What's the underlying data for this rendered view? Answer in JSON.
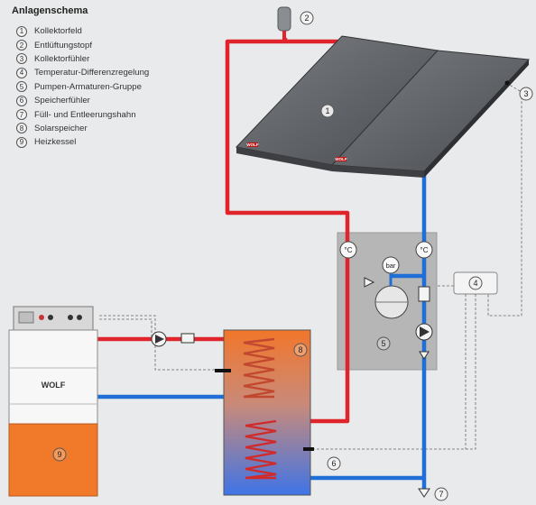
{
  "title": "Anlagenschema",
  "legend": [
    {
      "num": "1",
      "label": "Kollektorfeld"
    },
    {
      "num": "2",
      "label": "Entlüftungstopf"
    },
    {
      "num": "3",
      "label": "Kollektorfühler"
    },
    {
      "num": "4",
      "label": "Temperatur-Differenzregelung"
    },
    {
      "num": "5",
      "label": "Pumpen-Armaturen-Gruppe"
    },
    {
      "num": "6",
      "label": "Speicherfühler"
    },
    {
      "num": "7",
      "label": "Füll- und Entleerungshahn"
    },
    {
      "num": "8",
      "label": "Solarspeicher"
    },
    {
      "num": "9",
      "label": "Heizkessel"
    }
  ],
  "gauge_labels": {
    "temp_left": "°C",
    "temp_right": "°C",
    "pressure": "bar"
  },
  "brand": "WOLF",
  "colors": {
    "hot": "#e0242b",
    "cold": "#1f6fd6",
    "boiler": "#f07a2a",
    "panel": "#5b5e63",
    "station": "#b8b8b8"
  }
}
